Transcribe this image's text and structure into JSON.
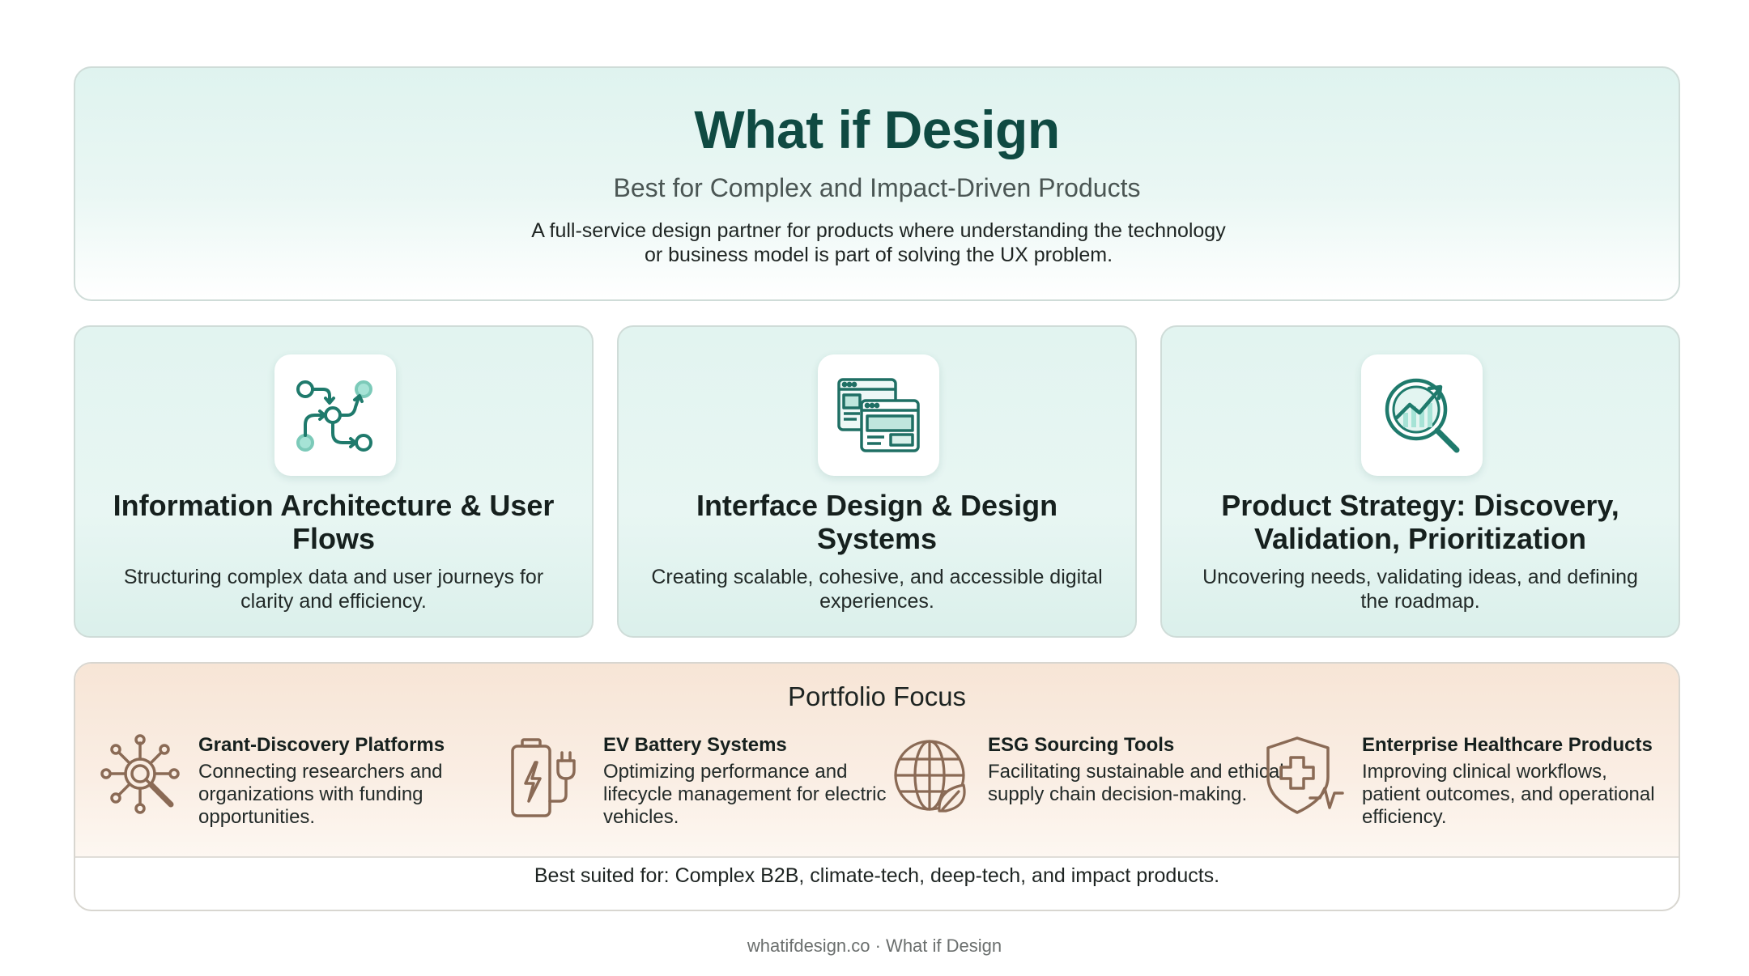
{
  "hero": {
    "title": "What if Design",
    "subtitle": "Best for Complex and Impact-Driven Products",
    "description": "A full-service design partner for products where understanding the technology or business model is part of solving the UX problem."
  },
  "services": [
    {
      "icon": "user-flow-icon",
      "title": "Information Architecture & User Flows",
      "description": "Structuring complex data and user journeys for clarity and efficiency."
    },
    {
      "icon": "interface-windows-icon",
      "title": "Interface Design & Design Systems",
      "description": "Creating scalable, cohesive, and accessible digital experiences."
    },
    {
      "icon": "analytics-magnifier-icon",
      "title": "Product Strategy: Discovery, Validation, Prioritization",
      "description": "Uncovering needs, validating ideas, and defining the roadmap."
    }
  ],
  "portfolio": {
    "title": "Portfolio Focus",
    "items": [
      {
        "icon": "network-search-icon",
        "title": "Grant-Discovery Platforms",
        "description": "Connecting researchers and organizations with funding opportunities."
      },
      {
        "icon": "battery-plug-icon",
        "title": "EV Battery Systems",
        "description": "Optimizing performance and lifecycle management for electric vehicles."
      },
      {
        "icon": "globe-leaf-icon",
        "title": "ESG Sourcing Tools",
        "description": "Facilitating sustainable and ethical supply chain decision-making."
      },
      {
        "icon": "health-shield-icon",
        "title": "Enterprise Healthcare Products",
        "description": "Improving clinical workflows, patient outcomes, and operational efficiency."
      }
    ],
    "footer": "Best suited for: Complex B2B, climate-tech, deep-tech, and impact products."
  },
  "site_footer": "whatifdesign.co · What if Design",
  "colors": {
    "title_teal": "#0f4a42",
    "accent_teal": "#1f8a7a",
    "card_bg": "#e2f4f0",
    "portfolio_bg": "#f7e5d6",
    "icon_brown": "#8a6a55"
  }
}
